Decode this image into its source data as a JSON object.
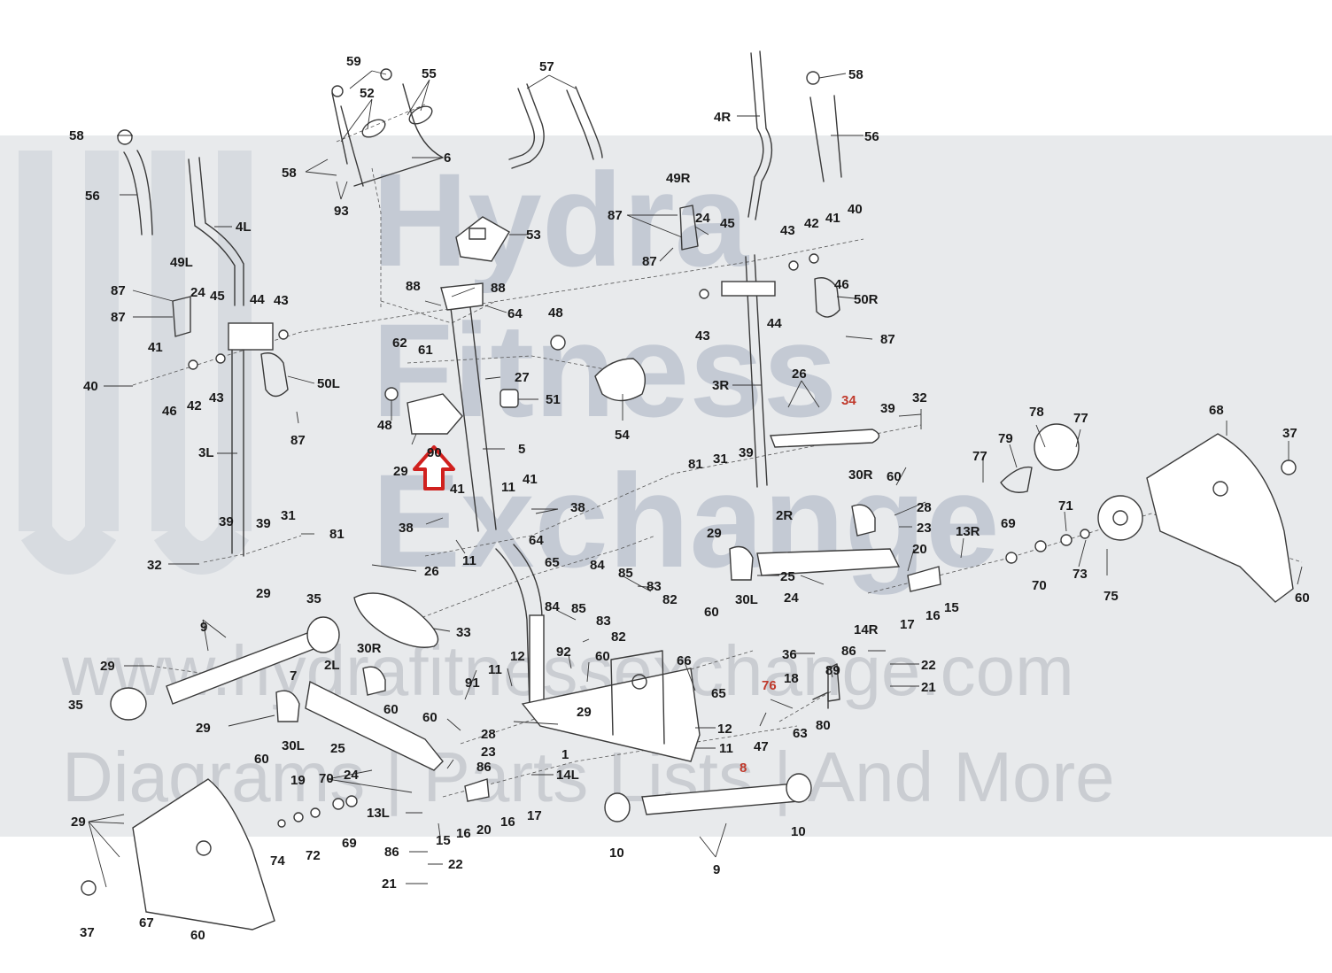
{
  "colors": {
    "line": "#3a3a3a",
    "label": "#1a1a1a",
    "highlight_arrow": "#d0201e",
    "watermark_band": "#d2d5d9",
    "watermark_text": "#9aa4b8"
  },
  "watermark": {
    "line1": "Hydra",
    "line2": "Fitness",
    "line3": "Exchange",
    "url": "www.hydrafitnessexchange.com",
    "tagline": "Diagrams | Parts Lists | And More"
  },
  "highlight": {
    "icon": "up-arrow-icon",
    "target_part": "90"
  },
  "labels": [
    {
      "id": "l59",
      "text": "59"
    },
    {
      "id": "l55",
      "text": "55"
    },
    {
      "id": "l52",
      "text": "52"
    },
    {
      "id": "l57",
      "text": "57"
    },
    {
      "id": "l58a",
      "text": "58"
    },
    {
      "id": "l58b",
      "text": "58"
    },
    {
      "id": "l58c",
      "text": "58"
    },
    {
      "id": "l4R",
      "text": "4R"
    },
    {
      "id": "l56a",
      "text": "56"
    },
    {
      "id": "l56b",
      "text": "56"
    },
    {
      "id": "l6",
      "text": "6"
    },
    {
      "id": "l93",
      "text": "93"
    },
    {
      "id": "l4L",
      "text": "4L"
    },
    {
      "id": "l49L",
      "text": "49L"
    },
    {
      "id": "l49R",
      "text": "49R"
    },
    {
      "id": "l87a",
      "text": "87"
    },
    {
      "id": "l87b",
      "text": "87"
    },
    {
      "id": "l87c",
      "text": "87"
    },
    {
      "id": "l87d",
      "text": "87"
    },
    {
      "id": "l87e",
      "text": "87"
    },
    {
      "id": "l87f",
      "text": "87"
    },
    {
      "id": "l24a",
      "text": "24"
    },
    {
      "id": "l24b",
      "text": "24"
    },
    {
      "id": "l45a",
      "text": "45"
    },
    {
      "id": "l45b",
      "text": "45"
    },
    {
      "id": "l44a",
      "text": "44"
    },
    {
      "id": "l44b",
      "text": "44"
    },
    {
      "id": "l43a",
      "text": "43"
    },
    {
      "id": "l43b",
      "text": "43"
    },
    {
      "id": "l43c",
      "text": "43"
    },
    {
      "id": "l43d",
      "text": "43"
    },
    {
      "id": "l42a",
      "text": "42"
    },
    {
      "id": "l42b",
      "text": "42"
    },
    {
      "id": "l41a",
      "text": "41"
    },
    {
      "id": "l41b",
      "text": "41"
    },
    {
      "id": "l41c",
      "text": "41"
    },
    {
      "id": "l41d",
      "text": "41"
    },
    {
      "id": "l40a",
      "text": "40"
    },
    {
      "id": "l40b",
      "text": "40"
    },
    {
      "id": "l46a",
      "text": "46"
    },
    {
      "id": "l46b",
      "text": "46"
    },
    {
      "id": "l50L",
      "text": "50L"
    },
    {
      "id": "l50R",
      "text": "50R"
    },
    {
      "id": "l53",
      "text": "53"
    },
    {
      "id": "l88a",
      "text": "88"
    },
    {
      "id": "l88b",
      "text": "88"
    },
    {
      "id": "l64a",
      "text": "64"
    },
    {
      "id": "l64b",
      "text": "64"
    },
    {
      "id": "l48a",
      "text": "48"
    },
    {
      "id": "l48b",
      "text": "48"
    },
    {
      "id": "l62",
      "text": "62"
    },
    {
      "id": "l61",
      "text": "61"
    },
    {
      "id": "l27",
      "text": "27"
    },
    {
      "id": "l51",
      "text": "51"
    },
    {
      "id": "l54",
      "text": "54"
    },
    {
      "id": "l90",
      "text": "90"
    },
    {
      "id": "l29a",
      "text": "29"
    },
    {
      "id": "l29b",
      "text": "29"
    },
    {
      "id": "l29c",
      "text": "29"
    },
    {
      "id": "l29d",
      "text": "29"
    },
    {
      "id": "l29e",
      "text": "29"
    },
    {
      "id": "l29f",
      "text": "29"
    },
    {
      "id": "l29g",
      "text": "29"
    },
    {
      "id": "l5",
      "text": "5"
    },
    {
      "id": "l3L",
      "text": "3L"
    },
    {
      "id": "l3R",
      "text": "3R"
    },
    {
      "id": "l26a",
      "text": "26"
    },
    {
      "id": "l26b",
      "text": "26"
    },
    {
      "id": "l34",
      "text": "34"
    },
    {
      "id": "l39a",
      "text": "39"
    },
    {
      "id": "l39b",
      "text": "39"
    },
    {
      "id": "l39c",
      "text": "39"
    },
    {
      "id": "l39d",
      "text": "39"
    },
    {
      "id": "l32a",
      "text": "32"
    },
    {
      "id": "l32b",
      "text": "32"
    },
    {
      "id": "l31a",
      "text": "31"
    },
    {
      "id": "l31b",
      "text": "31"
    },
    {
      "id": "l81a",
      "text": "81"
    },
    {
      "id": "l81b",
      "text": "81"
    },
    {
      "id": "l11a",
      "text": "11"
    },
    {
      "id": "l11b",
      "text": "11"
    },
    {
      "id": "l11c",
      "text": "11"
    },
    {
      "id": "l11d",
      "text": "11"
    },
    {
      "id": "l38a",
      "text": "38"
    },
    {
      "id": "l38b",
      "text": "38"
    },
    {
      "id": "l65a",
      "text": "65"
    },
    {
      "id": "l65b",
      "text": "65"
    },
    {
      "id": "l30R",
      "text": "30R"
    },
    {
      "id": "l30Rb",
      "text": "30R"
    },
    {
      "id": "l30L",
      "text": "30L"
    },
    {
      "id": "l30Lb",
      "text": "30L"
    },
    {
      "id": "l60a",
      "text": "60"
    },
    {
      "id": "l60b",
      "text": "60"
    },
    {
      "id": "l60c",
      "text": "60"
    },
    {
      "id": "l60d",
      "text": "60"
    },
    {
      "id": "l60e",
      "text": "60"
    },
    {
      "id": "l60f",
      "text": "60"
    },
    {
      "id": "l60g",
      "text": "60"
    },
    {
      "id": "l28a",
      "text": "28"
    },
    {
      "id": "l28b",
      "text": "28"
    },
    {
      "id": "l23a",
      "text": "23"
    },
    {
      "id": "l23b",
      "text": "23"
    },
    {
      "id": "l20a",
      "text": "20"
    },
    {
      "id": "l20b",
      "text": "20"
    },
    {
      "id": "l2R",
      "text": "2R"
    },
    {
      "id": "l2L",
      "text": "2L"
    },
    {
      "id": "l25a",
      "text": "25"
    },
    {
      "id": "l25b",
      "text": "25"
    },
    {
      "id": "l24c",
      "text": "24"
    },
    {
      "id": "l24d",
      "text": "24"
    },
    {
      "id": "l13R",
      "text": "13R"
    },
    {
      "id": "l13L",
      "text": "13L"
    },
    {
      "id": "l14R",
      "text": "14R"
    },
    {
      "id": "l14L",
      "text": "14L"
    },
    {
      "id": "l17a",
      "text": "17"
    },
    {
      "id": "l17b",
      "text": "17"
    },
    {
      "id": "l16a",
      "text": "16"
    },
    {
      "id": "l16b",
      "text": "16"
    },
    {
      "id": "l16c",
      "text": "16"
    },
    {
      "id": "l15a",
      "text": "15"
    },
    {
      "id": "l15b",
      "text": "15"
    },
    {
      "id": "l68",
      "text": "68"
    },
    {
      "id": "l37a",
      "text": "37"
    },
    {
      "id": "l37b",
      "text": "37"
    },
    {
      "id": "l78",
      "text": "78"
    },
    {
      "id": "l77a",
      "text": "77"
    },
    {
      "id": "l77b",
      "text": "77"
    },
    {
      "id": "l79",
      "text": "79"
    },
    {
      "id": "l71",
      "text": "71"
    },
    {
      "id": "l69a",
      "text": "69"
    },
    {
      "id": "l69b",
      "text": "69"
    },
    {
      "id": "l70a",
      "text": "70"
    },
    {
      "id": "l70b",
      "text": "70"
    },
    {
      "id": "l73",
      "text": "73"
    },
    {
      "id": "l75",
      "text": "75"
    },
    {
      "id": "l84a",
      "text": "84"
    },
    {
      "id": "l84b",
      "text": "84"
    },
    {
      "id": "l85a",
      "text": "85"
    },
    {
      "id": "l85b",
      "text": "85"
    },
    {
      "id": "l83a",
      "text": "83"
    },
    {
      "id": "l83b",
      "text": "83"
    },
    {
      "id": "l82a",
      "text": "82"
    },
    {
      "id": "l82b",
      "text": "82"
    },
    {
      "id": "l86a",
      "text": "86"
    },
    {
      "id": "l86b",
      "text": "86"
    },
    {
      "id": "l86c",
      "text": "86"
    },
    {
      "id": "l22a",
      "text": "22"
    },
    {
      "id": "l22b",
      "text": "22"
    },
    {
      "id": "l21a",
      "text": "21"
    },
    {
      "id": "l21b",
      "text": "21"
    },
    {
      "id": "l36",
      "text": "36"
    },
    {
      "id": "l89",
      "text": "89"
    },
    {
      "id": "l18",
      "text": "18"
    },
    {
      "id": "l76",
      "text": "76"
    },
    {
      "id": "l63",
      "text": "63"
    },
    {
      "id": "l80",
      "text": "80"
    },
    {
      "id": "l47",
      "text": "47"
    },
    {
      "id": "l8",
      "text": "8"
    },
    {
      "id": "l10a",
      "text": "10"
    },
    {
      "id": "l10b",
      "text": "10"
    },
    {
      "id": "l9a",
      "text": "9"
    },
    {
      "id": "l9b",
      "text": "9"
    },
    {
      "id": "l35a",
      "text": "35"
    },
    {
      "id": "l35b",
      "text": "35"
    },
    {
      "id": "l33",
      "text": "33"
    },
    {
      "id": "l7",
      "text": "7"
    },
    {
      "id": "l92",
      "text": "92"
    },
    {
      "id": "l91",
      "text": "91"
    },
    {
      "id": "l12a",
      "text": "12"
    },
    {
      "id": "l12b",
      "text": "12"
    },
    {
      "id": "l66",
      "text": "66"
    },
    {
      "id": "l1",
      "text": "1"
    },
    {
      "id": "l19",
      "text": "19"
    },
    {
      "id": "l74",
      "text": "74"
    },
    {
      "id": "l72",
      "text": "72"
    },
    {
      "id": "l67",
      "text": "67"
    }
  ]
}
